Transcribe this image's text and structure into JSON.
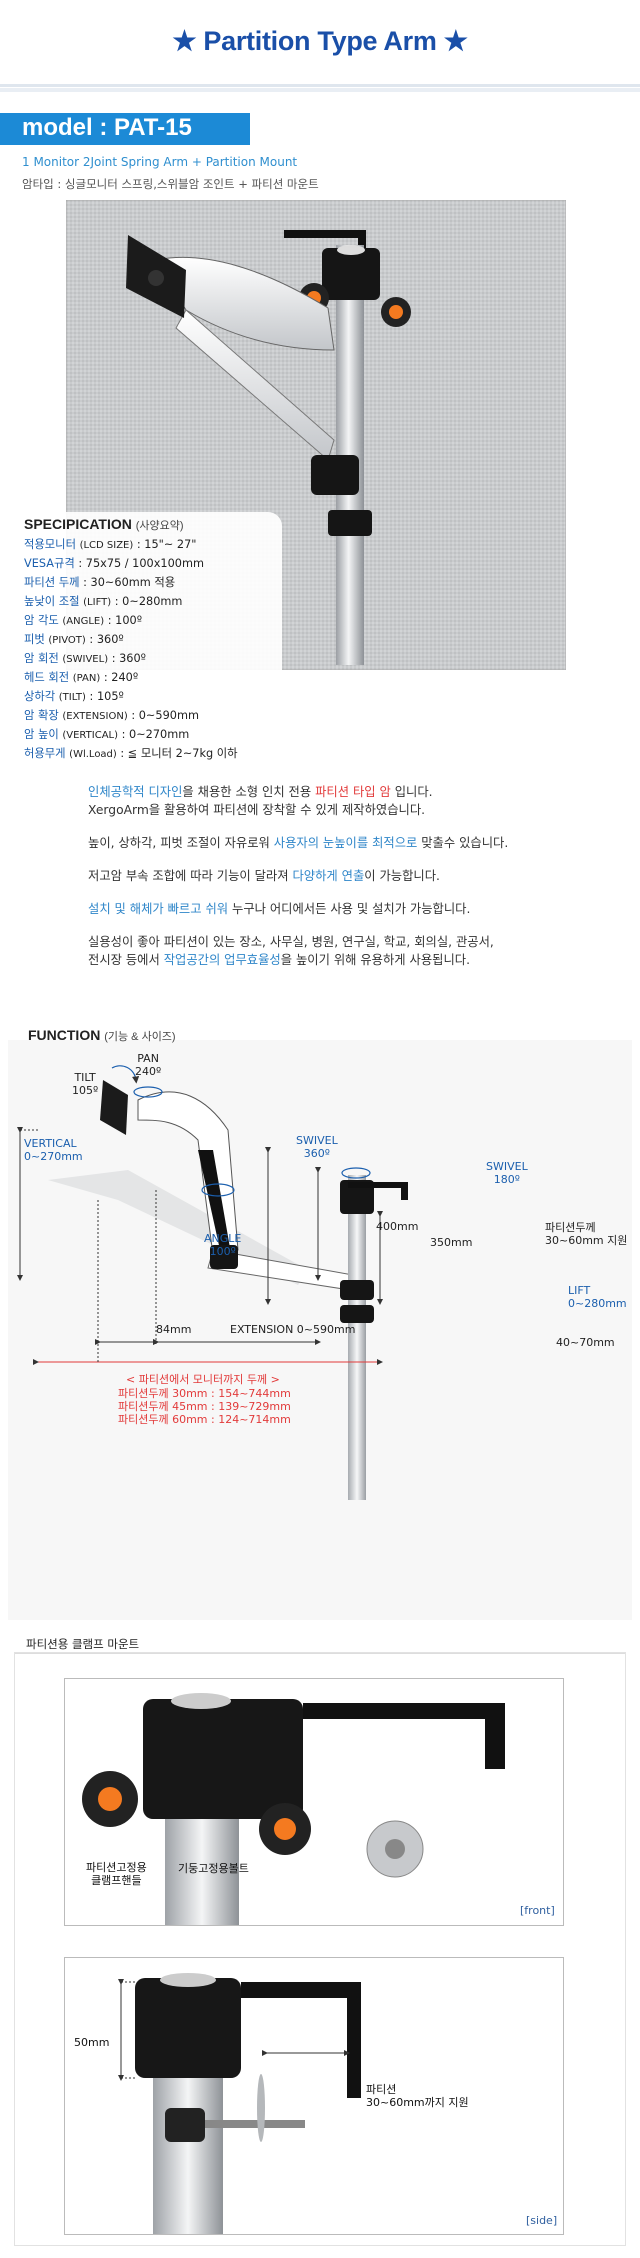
{
  "header": {
    "title": "★ Partition Type Arm ★"
  },
  "model": {
    "name": "model : PAT-15",
    "subtitle_en": "1 Monitor 2Joint Spring Arm + Partition Mount",
    "subtitle_ko": "암타입 : 싱글모니터 스프링,스위블암 조인트 + 파티션 마운트"
  },
  "spec": {
    "heading": "SPECIPICATION",
    "heading_ko": "(사양요약)",
    "items": [
      {
        "label": "적용모니터",
        "paren": "(LCD SIZE)",
        "value": ": 15\"~ 27\""
      },
      {
        "label": "VESA규격",
        "paren": "",
        "value": ": 75x75 / 100x100mm"
      },
      {
        "label": "파티션 두께",
        "paren": "",
        "value": ": 30~60mm 적용"
      },
      {
        "label": "높낮이 조절",
        "paren": "(LIFT)",
        "value": ": 0~280mm"
      },
      {
        "label": "암 각도",
        "paren": "(ANGLE)",
        "value": ": 100º"
      },
      {
        "label": "피벗",
        "paren": "(PIVOT)",
        "value": ": 360º"
      },
      {
        "label": "암 회전",
        "paren": "(SWIVEL)",
        "value": ": 360º"
      },
      {
        "label": "헤드 회전",
        "paren": "(PAN)",
        "value": ": 240º"
      },
      {
        "label": "상하각",
        "paren": "(TILT)",
        "value": ": 105º"
      },
      {
        "label": "암 확장",
        "paren": "(EXTENSION)",
        "value": ": 0~590mm"
      },
      {
        "label": "암 높이",
        "paren": "(VERTICAL)",
        "value": ": 0~270mm"
      },
      {
        "label": "허용무게",
        "paren": "(Wl.Load)",
        "value": ": ≦ 모니터 2~7kg 이하"
      }
    ]
  },
  "description": {
    "p1_a": "인체공학적 디자인",
    "p1_b": "을 채용한 소형 인치 전용 ",
    "p1_c": "파티션 타입 암",
    "p1_d": " 입니다.",
    "p1_line2": "XergoArm을 활용하여 파티션에 장착할 수 있게 제작하였습니다.",
    "p2_a": "높이, 상하각, 피벗 조절이 자유로워 ",
    "p2_b": "사용자의 눈높이를 최적으로",
    "p2_c": " 맞출수 있습니다.",
    "p3_a": "저고암 부속 조합에 따라 기능이 달라져 ",
    "p3_b": "다양하게 연출",
    "p3_c": "이 가능합니다.",
    "p4_a": "설치 및 해체가 빠르고 쉬워",
    "p4_b": " 누구나 어디에서든 사용 및 설치가 가능합니다.",
    "p5_line1": "실용성이 좋아 파티션이 있는 장소, 사무실, 병원, 연구실, 학교, 회의실, 관공서,",
    "p5_a": "전시장 등에서 ",
    "p5_b": "작업공간의 업무효율성",
    "p5_c": "을 높이기 위해 유용하게 사용됩니다."
  },
  "function": {
    "heading": "FUNCTION",
    "heading_ko": "(기능 & 사이즈)",
    "tilt": "TILT",
    "tilt_val": "105º",
    "pan": "PAN",
    "pan_val": "240º",
    "vertical": "VERTICAL",
    "vertical_val": "0~270mm",
    "swivel1": "SWIVEL",
    "swivel1_val": "360º",
    "swivel2": "SWIVEL",
    "swivel2_val": "180º",
    "partition_thick_1": "파티션두께",
    "partition_thick_2": "30~60mm 지원",
    "h400": "400mm",
    "h350": "350mm",
    "angle": "ANGLE",
    "angle_val": "100º",
    "lift": "LIFT",
    "lift_val": "0~280mm",
    "w84": "84mm",
    "extension": "EXTENSION 0~590mm",
    "w40": "40~70mm",
    "dist_title": "< 파티션에서 모니터까지 두께 >",
    "dist_rows": [
      "파티션두께 30mm : 154~744mm",
      "파티션두께 45mm : 139~729mm",
      "파티션두께 60mm : 124~714mm"
    ]
  },
  "clamp": {
    "heading": "파티션용 클램프 마운트",
    "front_label1_l1": "파티션고정용",
    "front_label1_l2": "클램프핸들",
    "front_label2": "기둥고정용볼트",
    "front_tag": "[front]",
    "side_h": "50mm",
    "side_label_l1": "파티션",
    "side_label_l2": "30~60mm까지 지원",
    "side_tag": "[side]"
  },
  "colors": {
    "title_blue": "#1a4fa8",
    "model_bar": "#1c8ad6",
    "accent_blue": "#2f86c9",
    "accent_red": "#e23a3a"
  }
}
